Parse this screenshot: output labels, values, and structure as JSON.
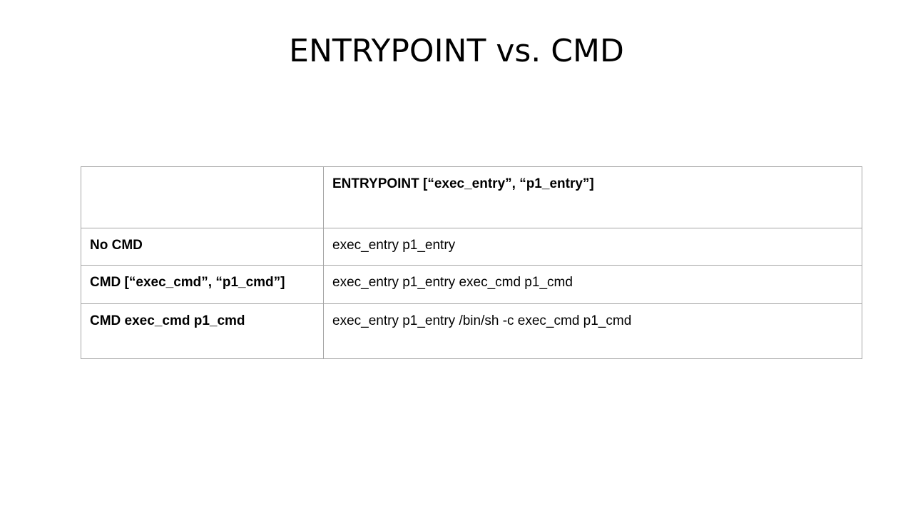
{
  "slide": {
    "title": "ENTRYPOINT vs. CMD"
  },
  "table": {
    "header": {
      "corner": "",
      "col2": "ENTRYPOINT  [“exec_entry”, “p1_entry”]"
    },
    "rows": [
      {
        "label": "No CMD",
        "value": "exec_entry p1_entry"
      },
      {
        "label": "CMD [“exec_cmd”, “p1_cmd”]",
        "value": "exec_entry p1_entry exec_cmd p1_cmd"
      },
      {
        "label": "CMD exec_cmd p1_cmd",
        "value": "exec_entry p1_entry /bin/sh -c exec_cmd p1_cmd"
      }
    ]
  }
}
